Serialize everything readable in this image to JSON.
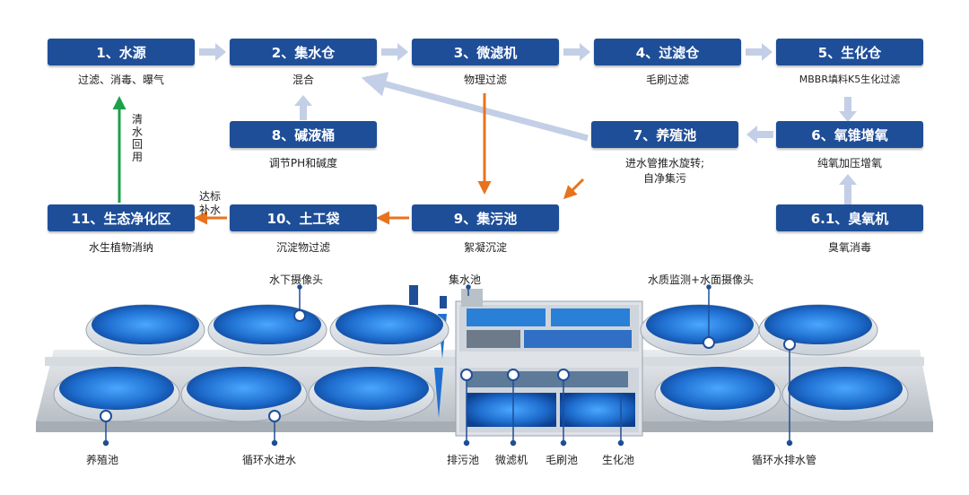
{
  "flow": {
    "steps": [
      {
        "label": "1、水源",
        "caption": "过滤、消毒、曝气"
      },
      {
        "label": "2、集水仓",
        "caption": "混合"
      },
      {
        "label": "3、微滤机",
        "caption": "物理过滤"
      },
      {
        "label": "4、过滤仓",
        "caption": "毛刷过滤"
      },
      {
        "label": "5、生化仓",
        "caption": "MBBR填料K5生化过滤"
      },
      {
        "label": "6、氧锥增氧",
        "caption": "纯氧加压增氧"
      },
      {
        "label": "6.1、臭氧机",
        "caption": "臭氧消毒"
      },
      {
        "label": "7、养殖池",
        "caption": "进水管推水旋转;",
        "caption2": "自净集污"
      },
      {
        "label": "8、碱液桶",
        "caption": "调节PH和碱度"
      },
      {
        "label": "9、集污池",
        "caption": "絮凝沉淀"
      },
      {
        "label": "10、土工袋",
        "caption": "沉淀物过滤"
      },
      {
        "label": "11、生态净化区",
        "caption": "水生植物消纳"
      }
    ],
    "reuse_note": "清水回用",
    "discharge_note_line1": "达标",
    "discharge_note_line2": "补水"
  },
  "illustration": {
    "callouts_top": {
      "underwater_camera": "水下摄像头",
      "collect_pool": "集水池",
      "water_monitor": "水质监测+水面摄像头"
    },
    "callouts_bottom": {
      "culture_pool": "养殖池",
      "circ_inlet": "循环水进水",
      "sewage_pool": "排污池",
      "microfilter": "微滤机",
      "brush_pool": "毛刷池",
      "bio_pool": "生化池",
      "circ_drain": "循环水排水管"
    }
  },
  "colors": {
    "box_fill": "#1f4e98",
    "flow_arrow": "#c3cfe6",
    "orange_arrow": "#e8731f",
    "green_arrow": "#1ea04a",
    "water": "#2a7fd6",
    "tank_wall": "#e6eaee"
  }
}
